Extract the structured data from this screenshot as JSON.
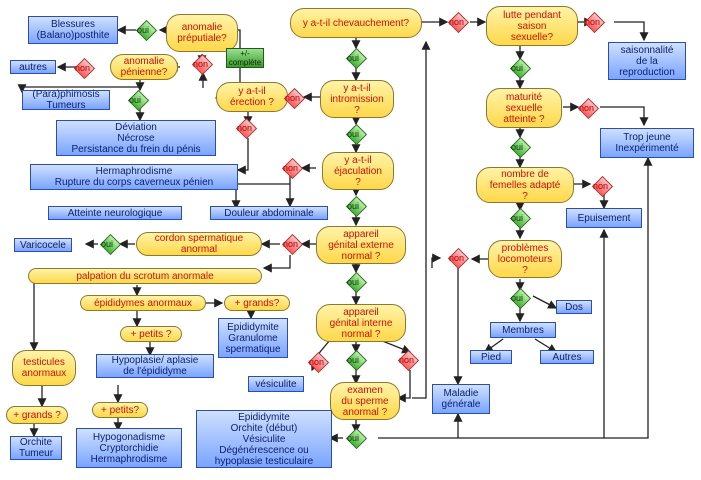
{
  "labels": {
    "yes": "oui",
    "no": "non"
  },
  "questions": {
    "anomalie_preputiale": "anomalie\npréputiale?",
    "anomalie_penienne": "anomalie\npénienne?",
    "erection": "y a-t-il\nérection ?",
    "chevauchement": "y a-t-il chevauchement?",
    "intromission": "y a-t-il\nintromission\n?",
    "ejaculation": "y a-t-il\néjaculation\n?",
    "genital_externe": "appareil\ngénital externe\nnormal ?",
    "cordon": "cordon spermatique\nanormal",
    "palpation": "palpation du scrotum anormale",
    "epididymes": "épididymes anormaux",
    "grands_epi": "+ grands?",
    "petits_epi": "+ petits ?",
    "testicules": "testicules\nanormaux",
    "grands_test": "+ grands ?",
    "petits_test": "+ petits?",
    "genital_interne": "appareil\ngénital interne\nnormal ?",
    "examen_sperme": "examen\ndu sperme\nanormal ?",
    "lutte_saison": "lutte pendant\nsaison\nsexuelle?",
    "maturite": "maturité\nsexuelle\natteinte ?",
    "femelles": "nombre de\nfemelles adapté\n?",
    "locomoteurs": "problèmes\nlocomoteurs\n?"
  },
  "results": {
    "blessures": "Blessures\n(Balano)posthite",
    "autres_top": "autres",
    "paraphimosis": "(Para)phimosis\nTumeurs",
    "deviation": "Déviation\nNécrose\nPersistance du frein du pénis",
    "hermaphrodisme": "Hermaphrodisme\nRupture du corps caverneux pénien",
    "atteinte": "Atteinte neurologique",
    "douleur": "Douleur abdominale",
    "varicocele": "Varicocele",
    "epididymite": "Epididymite\nGranulome\nspermatique",
    "hypoplasie_epi": "Hypoplasie/ aplasie\nde l'épididyme",
    "orchite": "Orchite\nTumeur",
    "hypogonadisme": "Hypogonadisme\nCryptorchidie\nHermaphrodisme",
    "vesiculite": "vésiculite",
    "epididymite_bottom": "Epididymite\nOrchite (début)\nVésiculite\nDégénérescence ou\nhypoplasie testiculaire",
    "maladie": "Maladie\ngénérale",
    "saisonnalite": "saisonnalité\nde la\nreproduction",
    "trop_jeune": "Trop jeune\nInexpérimenté",
    "epuisement": "Epuisement",
    "dos": "Dos",
    "membres": "Membres",
    "pied": "Pied",
    "autres_bottom": "Autres"
  },
  "partial_box": "+/-\ncomplète"
}
